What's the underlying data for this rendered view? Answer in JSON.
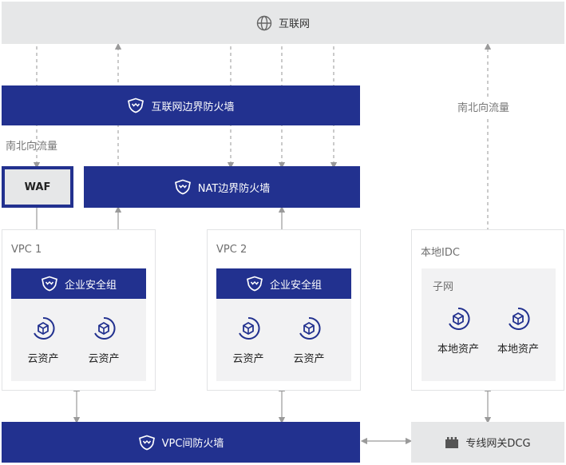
{
  "internet": {
    "label": "互联网",
    "icon": "globe-icon"
  },
  "edge_firewall": {
    "label": "互联网边界防火墙",
    "icon": "firewall-shield-icon"
  },
  "nat_firewall": {
    "label": "NAT边界防火墙",
    "icon": "firewall-shield-icon"
  },
  "waf": {
    "label": "WAF"
  },
  "north_south_left": {
    "label": "南北向流量"
  },
  "north_south_right": {
    "label": "南北向流量"
  },
  "vpc1": {
    "title": "VPC 1",
    "security_group": {
      "label": "企业安全组",
      "icon": "firewall-shield-icon"
    },
    "assets": [
      {
        "label": "云资产",
        "icon": "cloud-asset-icon"
      },
      {
        "label": "云资产",
        "icon": "cloud-asset-icon"
      }
    ]
  },
  "vpc2": {
    "title": "VPC 2",
    "security_group": {
      "label": "企业安全组",
      "icon": "firewall-shield-icon"
    },
    "assets": [
      {
        "label": "云资产",
        "icon": "cloud-asset-icon"
      },
      {
        "label": "云资产",
        "icon": "cloud-asset-icon"
      }
    ]
  },
  "idc": {
    "title": "本地IDC",
    "subnet": {
      "title": "子网"
    },
    "assets": [
      {
        "label": "本地资产",
        "icon": "local-asset-icon"
      },
      {
        "label": "本地资产",
        "icon": "local-asset-icon"
      }
    ]
  },
  "vpc_firewall": {
    "label": "VPC间防火墙",
    "icon": "firewall-shield-icon"
  },
  "dcg": {
    "label": "专线网关DCG",
    "icon": "gateway-icon"
  },
  "colors": {
    "navy": "#22318f",
    "grey_bar": "#e6e7e8",
    "inner_grey": "#f2f2f3",
    "arrow": "#9a9a9a"
  }
}
